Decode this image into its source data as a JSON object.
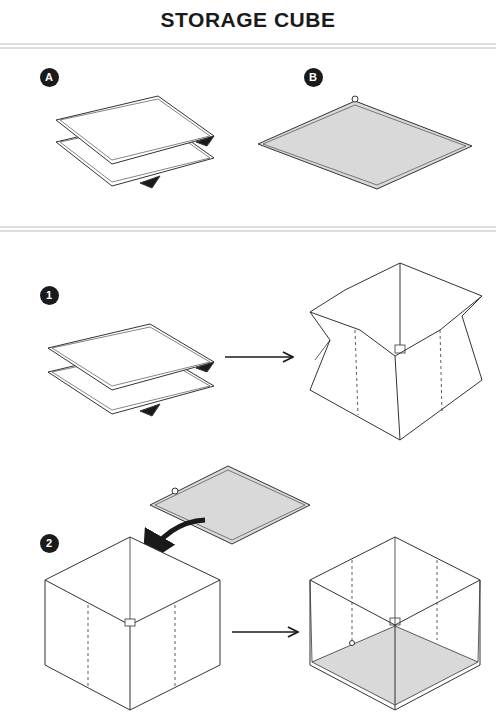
{
  "diagram": {
    "title": "STORAGE CUBE",
    "nodes": [
      {
        "text": [
          "A"
        ]
      },
      {
        "text": [
          "B"
        ]
      },
      {
        "text": [
          "1"
        ]
      },
      {
        "text": [
          "2"
        ]
      }
    ]
  }
}
